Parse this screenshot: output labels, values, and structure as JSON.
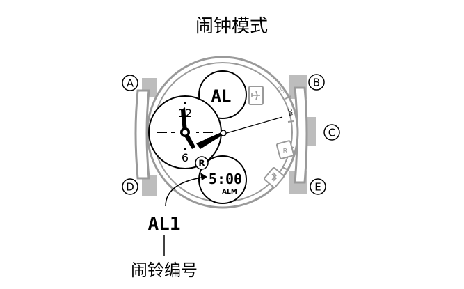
{
  "title": "闹钟模式",
  "buttons": {
    "a": "A",
    "b": "B",
    "c": "C",
    "d": "D",
    "e": "E"
  },
  "dial": {
    "off_label": "OFF",
    "on_label": "ON",
    "hour_12": "12",
    "hour_6": "6",
    "sub_r_label": "R",
    "r_badge_label": "R"
  },
  "top_display": {
    "text": "AL"
  },
  "bottom_display": {
    "time": "5:00",
    "sub": "ALM"
  },
  "callout": {
    "code": "AL1",
    "label": "闹铃编号"
  }
}
